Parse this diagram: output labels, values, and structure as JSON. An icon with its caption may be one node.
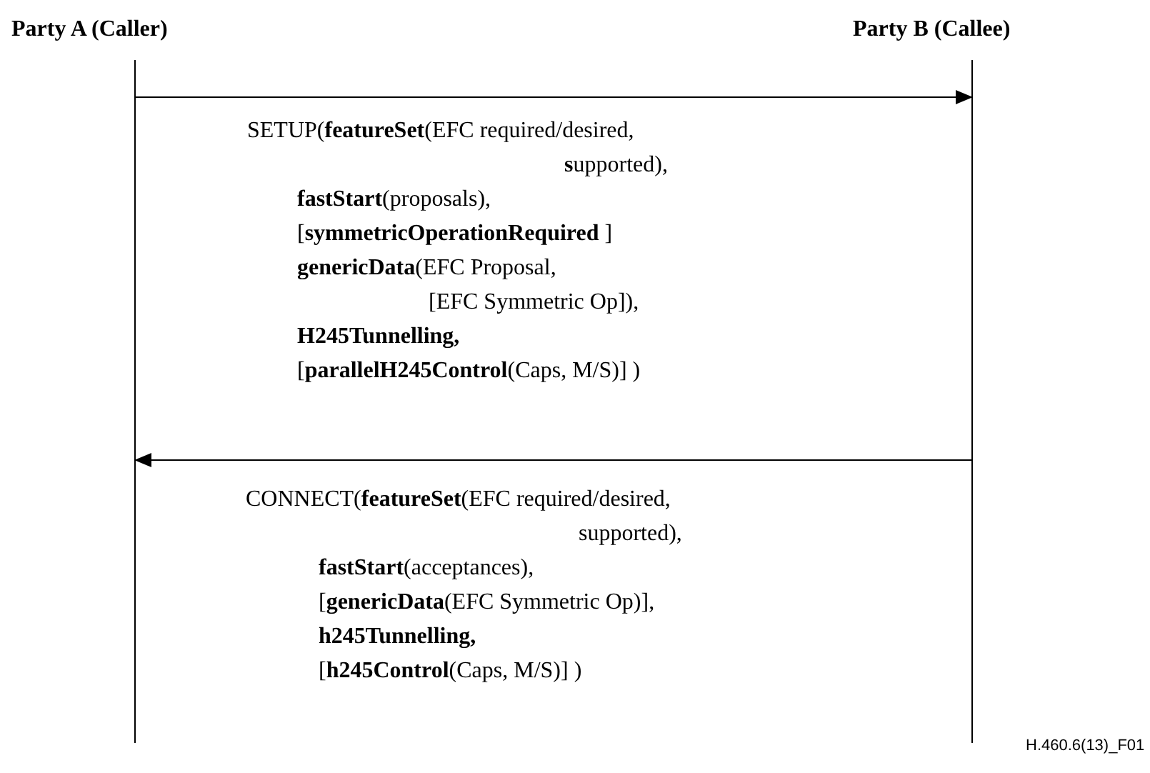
{
  "diagram": {
    "nodes": [
      {
        "text": [
          "Party A (Caller)"
        ]
      },
      {
        "text": [
          "Party B (Callee)"
        ]
      },
      {
        "text": [],
        "shape": "line"
      },
      {
        "text": [],
        "shape": "line"
      }
    ],
    "edges": [
      {
        "from": 2,
        "to": 3,
        "arrow": "to"
      },
      {
        "from": 3,
        "to": 2,
        "arrow": "to"
      }
    ],
    "labels": [
      "SETUP(**featureSet**(EFC required/desired,",
      "**s**upported),",
      "**fastStart**(proposals),",
      "[**symmetricOperationRequired** ]",
      "**genericData**(EFC Proposal,",
      "[EFC Symmetric Op]),",
      "H245Tunnelling,",
      "[**parallelH245Control**(Caps, M/S)] )",
      "CONNECT(**featureSet**(EFC required/desired,",
      "supported),",
      "**fastStart**(acceptances),",
      "[**genericData**(EFC Symmetric Op)],",
      "h245Tunnelling,",
      "[**h245Control**(Caps, M/S)] )",
      "H.460.6(13)_F01"
    ]
  }
}
